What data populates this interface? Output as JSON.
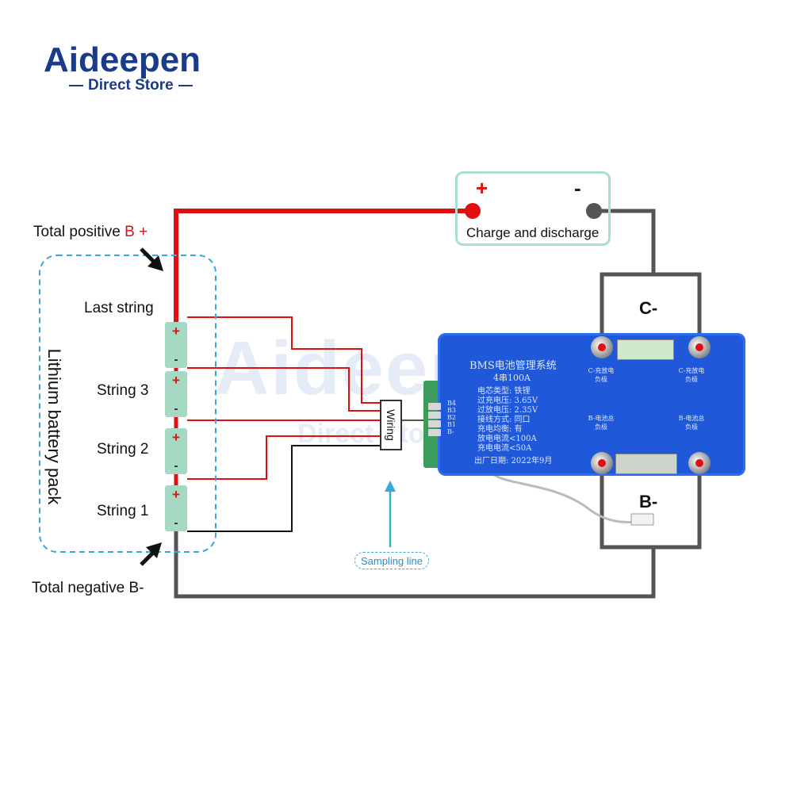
{
  "brand": {
    "name": "Aideepen",
    "tagline": "Direct Store",
    "primary_color": "#1a3a8a",
    "accent_color": "#f0a020"
  },
  "labels": {
    "total_positive_prefix": "Total positive ",
    "total_positive_suffix": "B +",
    "total_negative": "Total negative B-",
    "last_string": "Last string",
    "string3": "String 3",
    "string2": "String 2",
    "string1": "String 1",
    "battery_pack": "Lithium battery pack",
    "wiring": "Wiring",
    "sampling_line": "Sampling line",
    "charge_discharge": "Charge and discharge",
    "plus_symbol": "+",
    "minus_symbol": "-",
    "c_minus": "C-",
    "b_minus": "B-"
  },
  "cells": [
    {
      "plus": "+",
      "minus": "-"
    },
    {
      "plus": "+",
      "minus": "-"
    },
    {
      "plus": "+",
      "minus": "-"
    },
    {
      "plus": "+",
      "minus": "-"
    }
  ],
  "bms_board": {
    "title": "BMS电池管理系统",
    "model": "4串100A",
    "specs": [
      "电芯类型: 铁锂",
      "过充电压: 3.65V",
      "过放电压: 2.35V",
      "接线方式: 同口",
      "充电均衡: 有",
      "放电电流<100A",
      "充电电流<50A"
    ],
    "date": "出厂日期: 2022年9月",
    "pins": [
      "B4",
      "B3",
      "B2",
      "B1",
      "B-"
    ],
    "c_terminal_label": "C-充放电负极",
    "b_terminal_label": "B-电池总负极",
    "board_color": "#1f58d8"
  },
  "colors": {
    "positive_wire": "#e01010",
    "negative_wire": "#555555",
    "sampling_arrow": "#3aa9d8",
    "cell_fill": "#a6d9c4"
  },
  "watermark": {
    "text": "Aideepen",
    "sub": "Direct Store"
  }
}
